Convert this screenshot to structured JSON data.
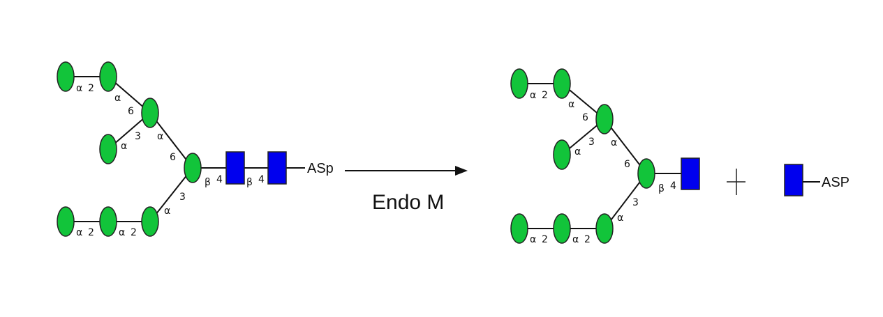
{
  "reaction": {
    "enzyme_label": "Endo M",
    "plus_sign": "+",
    "colors": {
      "mannose": "#12c43a",
      "glcnac": "#0000ee",
      "line": "#111111"
    }
  },
  "substrate": {
    "aglycone": "ASp",
    "linkages": {
      "top_outer": [
        "α",
        "2"
      ],
      "top_branch": [
        "α",
        "6"
      ],
      "top_side": [
        "α",
        "3"
      ],
      "core_6": [
        "α",
        "6"
      ],
      "core_3": [
        "α",
        "3"
      ],
      "core_beta": [
        "β",
        "4"
      ],
      "chitobiose": [
        "β",
        "4"
      ],
      "bottom_1": [
        "α",
        "2"
      ],
      "bottom_2": [
        "α",
        "2"
      ],
      "bottom_end": "α"
    }
  },
  "product_glycan": {
    "linkages": {
      "top_outer": [
        "α",
        "2"
      ],
      "top_branch": [
        "α",
        "6"
      ],
      "top_side": [
        "α",
        "3"
      ],
      "core_6": [
        "α",
        "6"
      ],
      "core_3": [
        "α",
        "3"
      ],
      "core_beta": [
        "β",
        "4"
      ],
      "bottom_1": [
        "α",
        "2"
      ],
      "bottom_2": [
        "α",
        "2"
      ],
      "bottom_end": "α"
    }
  },
  "product_peptide": {
    "aglycone": "ASP"
  }
}
